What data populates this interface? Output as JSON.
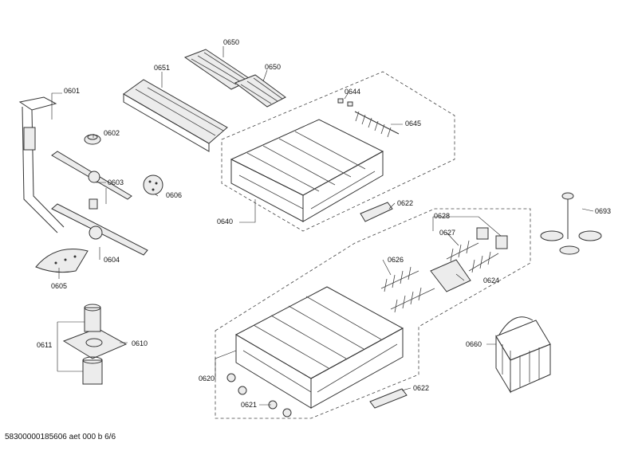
{
  "labels": [
    {
      "id": "0650a",
      "text": "0650"
    },
    {
      "id": "0650b",
      "text": "0650"
    },
    {
      "id": "0651",
      "text": "0651"
    },
    {
      "id": "0601",
      "text": "0601"
    },
    {
      "id": "0602",
      "text": "0602"
    },
    {
      "id": "0603",
      "text": "0603"
    },
    {
      "id": "0604",
      "text": "0604"
    },
    {
      "id": "0605",
      "text": "0605"
    },
    {
      "id": "0606",
      "text": "0606"
    },
    {
      "id": "0644",
      "text": "0644"
    },
    {
      "id": "0645",
      "text": "0645"
    },
    {
      "id": "0640",
      "text": "0640"
    },
    {
      "id": "0622a",
      "text": "0622"
    },
    {
      "id": "0628",
      "text": "0628"
    },
    {
      "id": "0627",
      "text": "0627"
    },
    {
      "id": "0626",
      "text": "0626"
    },
    {
      "id": "0624",
      "text": "0624"
    },
    {
      "id": "0693",
      "text": "0693"
    },
    {
      "id": "0611",
      "text": "0611"
    },
    {
      "id": "0610",
      "text": "0610"
    },
    {
      "id": "0660",
      "text": "0660"
    },
    {
      "id": "0620",
      "text": "0620"
    },
    {
      "id": "0621",
      "text": "0621"
    },
    {
      "id": "0622b",
      "text": "0622"
    }
  ],
  "footer": {
    "text": "58300000185606 aet 000 b 6/6"
  }
}
